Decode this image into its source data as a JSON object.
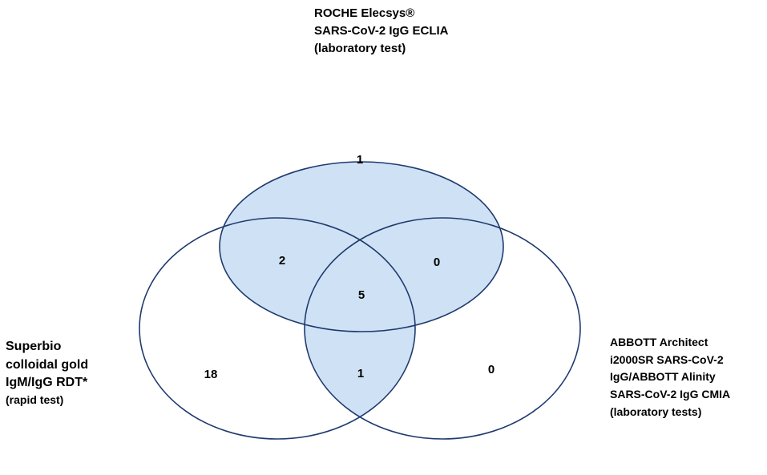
{
  "sets": {
    "roche": {
      "lines": [
        "ROCHE Elecsys®",
        "SARS-CoV-2 IgG ECLIA",
        "(laboratory test)"
      ],
      "fill": "#cfe2f5",
      "stroke": "#1f3a6e"
    },
    "superbio": {
      "lines": [
        "Superbio",
        "colloidal gold",
        "IgM/IgG RDT*",
        "(rapid test)"
      ],
      "fill": "#ffffff",
      "stroke": "#1f3a6e"
    },
    "abbott": {
      "lines": [
        "ABBOTT Architect",
        "i2000SR SARS-CoV-2",
        "IgG/ABBOTT Alinity",
        "SARS-CoV-2 IgG  CMIA",
        "(laboratory tests)"
      ],
      "fill": "#ffffff",
      "stroke": "#1f3a6e"
    }
  },
  "regions": {
    "roche_only": "1",
    "superbio_only": "18",
    "abbott_only": "0",
    "roche_superbio": "2",
    "roche_abbott": "0",
    "superbio_abbott": "1",
    "all_three": "5"
  },
  "shading": {
    "shaded_fill": "#cfe2f5",
    "shaded_regions": [
      "roche_only",
      "roche_superbio",
      "roche_abbott",
      "all_three",
      "superbio_abbott"
    ]
  }
}
